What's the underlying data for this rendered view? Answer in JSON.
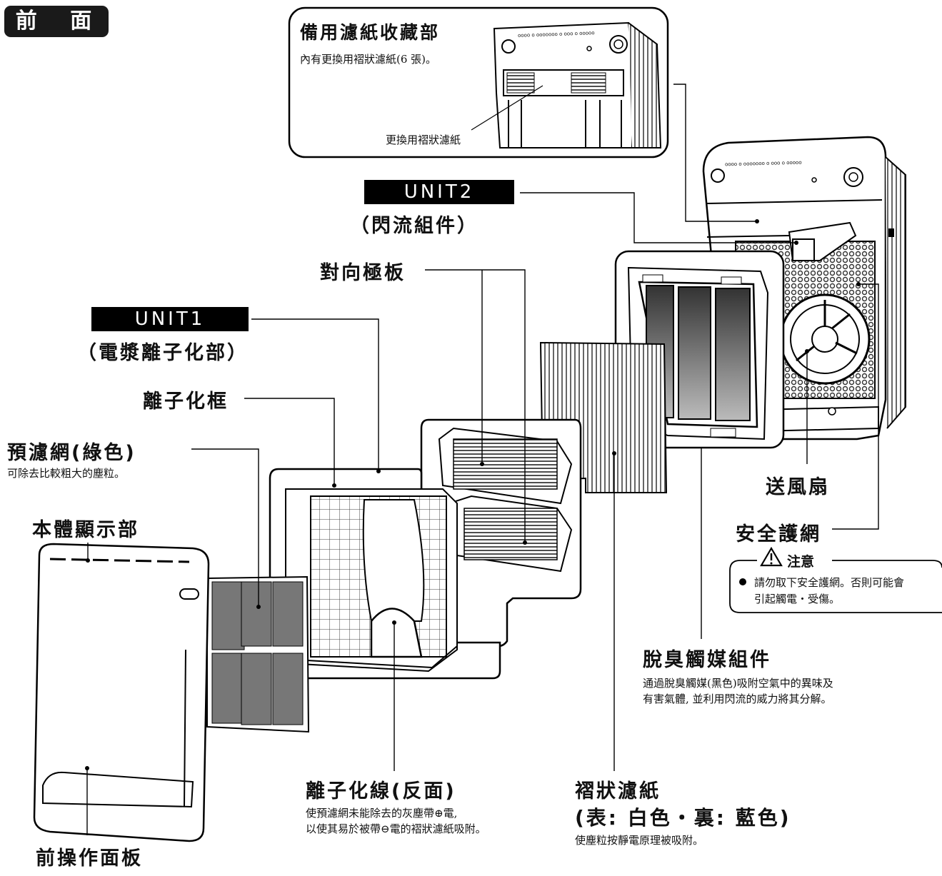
{
  "header": {
    "badge": "前 面"
  },
  "storage": {
    "title": "備用濾紙收藏部",
    "desc": "內有更換用褶狀濾紙(6 張)。",
    "inner_label": "更換用褶狀濾紙"
  },
  "unit2": {
    "bar": "UNIT2",
    "name": "（閃流組件）"
  },
  "unit1": {
    "bar": "UNIT1",
    "name": "（電漿離子化部）"
  },
  "labels": {
    "counter_plate": "對向極板",
    "ion_frame": "離子化框",
    "prefilter": "預濾網(綠色)",
    "prefilter_desc": "可除去比較粗大的塵粒。",
    "display": "本體顯示部",
    "front_panel": "前操作面板",
    "ion_wire": "離子化線(反面)",
    "ion_wire_desc_1": "使預濾網未能除去的灰塵帶⊕電,",
    "ion_wire_desc_2": "以使其易於被帶⊖電的褶狀濾紙吸附。",
    "pleat_filter": "褶狀濾紙",
    "pleat_filter_sub": "(表: 白色・裏: 藍色)",
    "pleat_filter_desc": "使塵粒按靜電原理被吸附。",
    "deodor": "脫臭觸媒組件",
    "deodor_desc_1": "通過脫臭觸媒(黑色)吸附空氣中的異味及",
    "deodor_desc_2": "有害氣體, 並利用閃流的威力將其分解。",
    "fan": "送風扇",
    "guard": "安全護網"
  },
  "caution": {
    "title": "注意",
    "text_1": "請勿取下安全護網。否則可能會",
    "text_2": "引起觸電・受傷。"
  },
  "tiny_panel_text": "oooo o ooooooo o  ooo  o ooooo"
}
